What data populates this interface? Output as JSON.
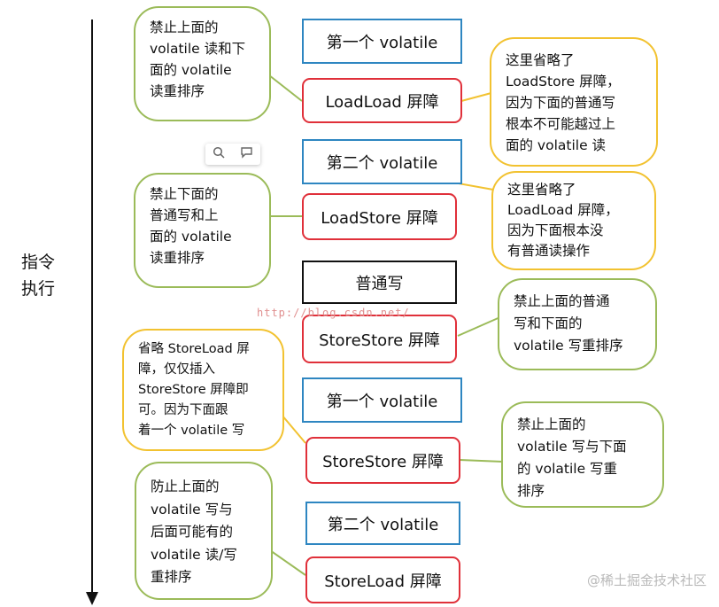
{
  "axis": {
    "line1": "指令",
    "line2": "执行"
  },
  "boxes": {
    "b1": "第一个 volatile",
    "b2": "LoadLoad 屏障",
    "b3": "第二个 volatile",
    "b4": "LoadStore 屏障",
    "b5": "普通写",
    "b6": "StoreStore 屏障",
    "b7": "第一个 volatile",
    "b8": "StoreStore 屏障",
    "b9": "第二个 volatile",
    "b10": "StoreLoad 屏障"
  },
  "callouts": {
    "c1": [
      "禁止上面的",
      "volatile 读和下",
      "面的 volatile",
      "读重排序"
    ],
    "c2": [
      "这里省略了",
      "LoadStore 屏障，",
      "因为下面的普通写",
      "根本不可能越过上",
      "面的 volatile 读"
    ],
    "c3": [
      "禁止下面的",
      "普通写和上",
      "面的 volatile",
      "读重排序"
    ],
    "c4": [
      "这里省略了",
      "LoadLoad 屏障，",
      "因为下面根本没",
      "有普通读操作"
    ],
    "c5": [
      "禁止上面的普通",
      "写和下面的",
      "volatile 写重排序"
    ],
    "c6": [
      "省略 StoreLoad 屏",
      "障，仅仅插入",
      "StoreStore 屏障即",
      "可。因为下面跟",
      "着一个 volatile 写"
    ],
    "c7": [
      "禁止上面的",
      "volatile 写与下面",
      "的 volatile 写重",
      "排序"
    ],
    "c8": [
      "防止上面的",
      "volatile 写与",
      "后面可能有的",
      "volatile 读/写",
      "重排序"
    ]
  },
  "watermark": "http://blog.csdn.net/",
  "brand": "@稀土掘金技术社区",
  "toolbar": {
    "icon1": "search-icon",
    "icon2": "comment-icon"
  },
  "colors": {
    "blue": "#2e86c1",
    "red": "#e0303a",
    "green": "#9bbb59",
    "yellow": "#f2c230"
  }
}
